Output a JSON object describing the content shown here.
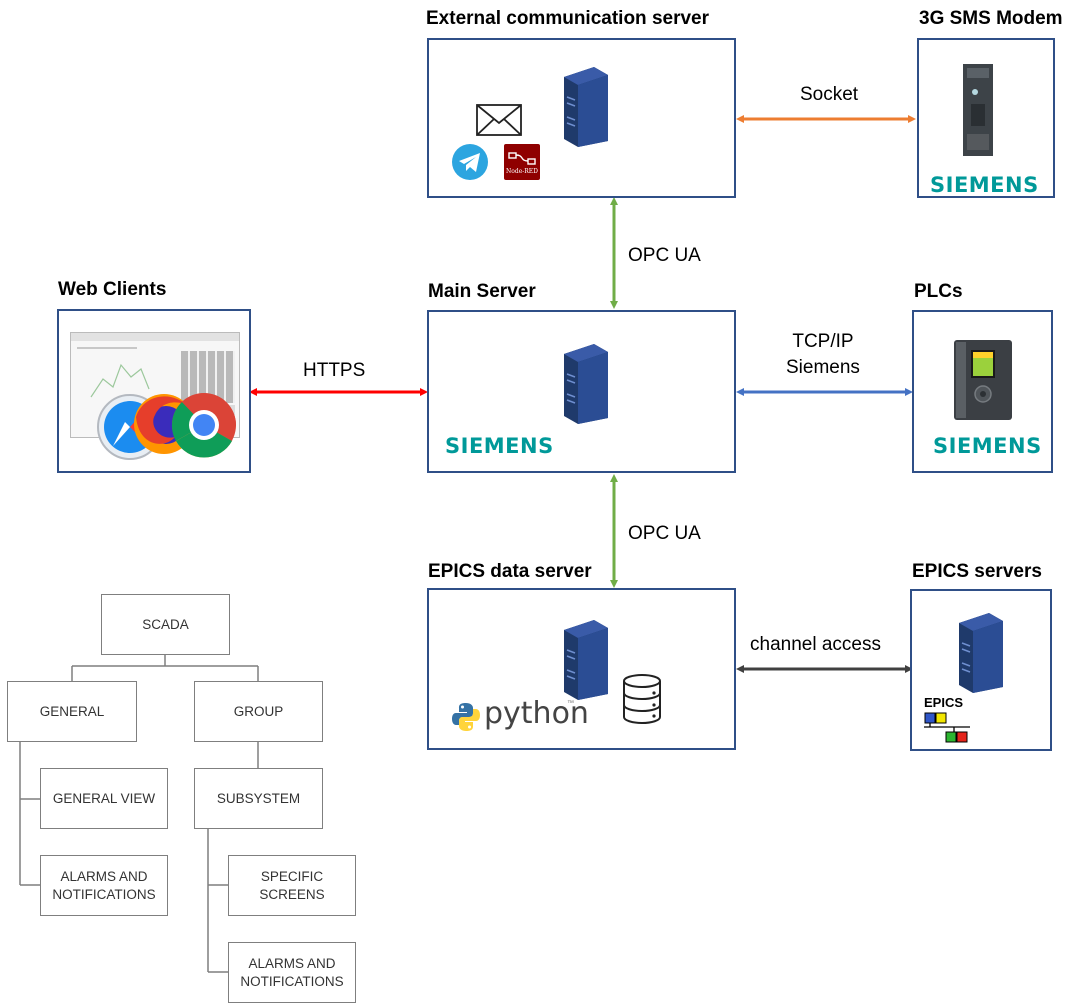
{
  "titles": {
    "external": "External communication server",
    "modem": "3G SMS Modem",
    "web": "Web Clients",
    "main": "Main Server",
    "plcs": "PLCs",
    "epics_data": "EPICS data server",
    "epics_servers": "EPICS servers"
  },
  "connections": {
    "socket": "Socket",
    "opc_top": "OPC UA",
    "https": "HTTPS",
    "tcp_line1": "TCP/IP",
    "tcp_line2": "Siemens",
    "opc_bottom": "OPC UA",
    "channel": "channel access"
  },
  "brand": {
    "siemens": "SIEMENS",
    "python": "python",
    "epics": "EPICS",
    "nodered": "Node-RED"
  },
  "tree": {
    "root": "SCADA",
    "general": "GENERAL",
    "group": "GROUP",
    "general_view": "GENERAL VIEW",
    "alarms1": "ALARMS AND NOTIFICATIONS",
    "subsystem": "SUBSYSTEM",
    "specific": "SPECIFIC SCREENS",
    "alarms2": "ALARMS AND NOTIFICATIONS"
  },
  "colors": {
    "box_border": "#2f4f87",
    "orange_arrow": "#ed7d31",
    "green_arrow": "#70ad47",
    "red_arrow": "#ff0000",
    "blue_arrow": "#4472c4",
    "dark_arrow": "#404040",
    "siemens": "#009999"
  }
}
